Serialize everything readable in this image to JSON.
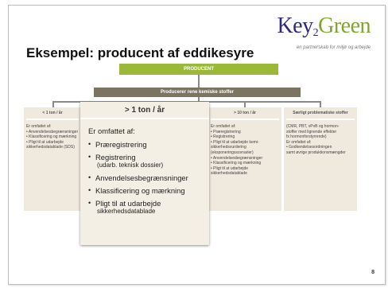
{
  "logo": {
    "part1": "Key",
    "part2": "2",
    "part3": "Green",
    "tagline": "en partnerskab for miljø og arbejde"
  },
  "title": "Eksempel: producent af eddikesyre",
  "org": {
    "top_label": "PRODUCENT",
    "mid_label": "Producerer rene kemiske stoffer"
  },
  "columns": {
    "left": {
      "heading": "< 1 ton / år",
      "lines": [
        "Er omfattet af:",
        "• Anvendelsesbegrænsninger",
        "• Klassificering og mærkning",
        "• Pligt til at udarbejde",
        "  sikkerhedsdatablade (SDS)"
      ]
    },
    "main": {
      "heading": "> 1 ton / år",
      "intro": "Er omfattet af:",
      "items": [
        {
          "label": "Præregistrering",
          "sub": ""
        },
        {
          "label": "Registrering",
          "sub": "(udarb. teknisk dossier)"
        },
        {
          "label": "Anvendelsesbegrænsninger",
          "sub": ""
        },
        {
          "label": "Klassificering og mærkning",
          "sub": ""
        },
        {
          "label": "Pligt til at udarbejde",
          "sub": "sikkerhedsdatablade"
        }
      ]
    },
    "right1": {
      "heading": "> 10 ton / år",
      "lines": [
        "Er omfattet af:",
        "• Præregistrering",
        "• Registrering",
        "• Pligt til at udarbejde kemi-",
        "  sikkerhedsvurdering",
        "  (eksponeringsscenarier)",
        "• Anvendelsesbegrænsninger",
        "• Klassificering og mærkning",
        "• Pligt til at udarbejde",
        "  sikkerhedsdatablade"
      ]
    },
    "right2": {
      "heading": "Særligt problematiske stoffer",
      "lines": [
        "(CMR, PBT, vPvB og hormon-",
        "stoffer med lignende effekter",
        "fx hormonforstyrrende)",
        "Er omfattet af:",
        "• Godkendelsesordningen",
        "  samt øvrige produktionsmængder"
      ]
    }
  },
  "page_number": "8"
}
